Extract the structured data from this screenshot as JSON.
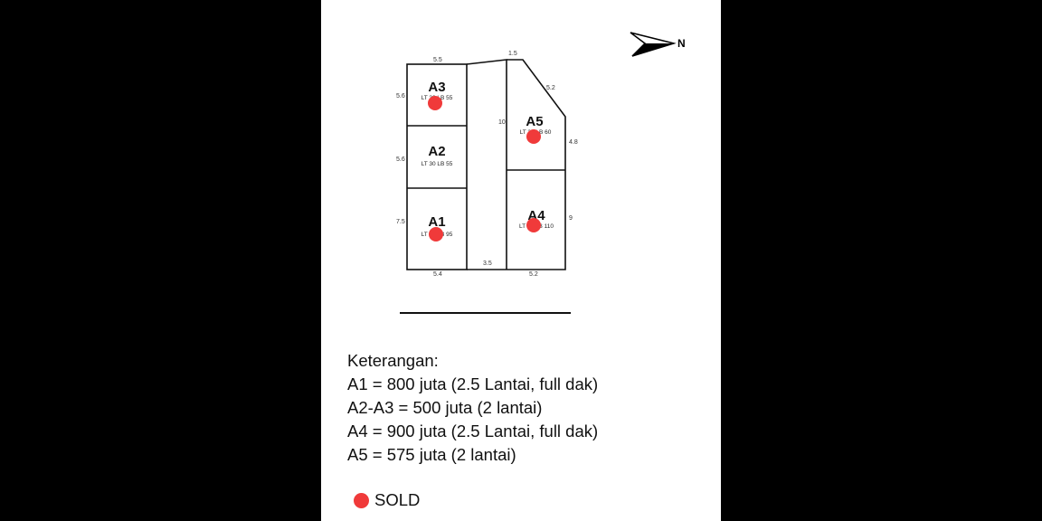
{
  "colors": {
    "sold": "#f03a3a",
    "line": "#111111",
    "background": "#000000",
    "panel": "#ffffff"
  },
  "compass": {
    "label": "N",
    "icon": "north-arrow-icon"
  },
  "lots": [
    {
      "id": "A1",
      "name": "A1",
      "info": "LT 40 LB 95",
      "sold": true
    },
    {
      "id": "A2",
      "name": "A2",
      "info": "LT 30 LB 55",
      "sold": false
    },
    {
      "id": "A3",
      "name": "A3",
      "info": "LT 30 LB 55",
      "sold": true
    },
    {
      "id": "A4",
      "name": "A4",
      "info": "LT 47 LB 110",
      "sold": true
    },
    {
      "id": "A5",
      "name": "A5",
      "info": "LT 38 LB 60",
      "sold": true
    }
  ],
  "dimensions": {
    "top_left": "5.5",
    "top_right": "1.5",
    "diagonal": "5.2",
    "right_upper": "4.8",
    "right_lower": "9",
    "a3_side": "5.6",
    "a2_side": "5.6",
    "a1_side": "7.5",
    "road_length": "10",
    "bottom_left": "5.4",
    "road_width": "3.5",
    "bottom_right": "5.2"
  },
  "legend": {
    "title": "Keterangan:",
    "lines": [
      "A1 = 800 juta (2.5 Lantai, full dak)",
      "A2-A3 = 500 juta (2 lantai)",
      "A4 = 900 juta (2.5 Lantai, full dak)",
      "A5 = 575 juta (2 lantai)"
    ]
  },
  "sold_label": "SOLD"
}
